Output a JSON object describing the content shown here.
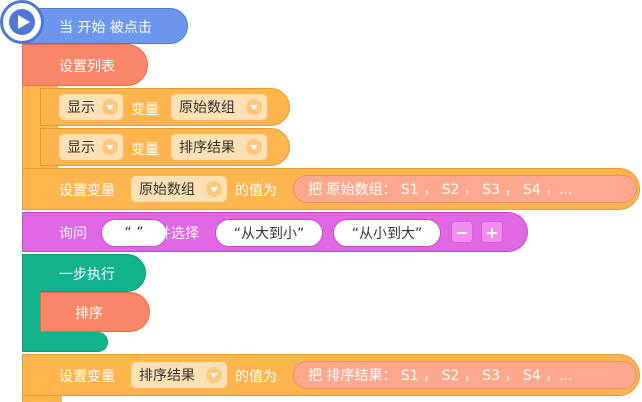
{
  "colors": {
    "event": "#6d96ef",
    "list": "#f98767",
    "variable": "#ffb54d",
    "ask": "#e066e3",
    "control": "#13b48d",
    "operator": "#fea88e"
  },
  "event_block": {
    "icon": "play-icon",
    "label": "当 开始 被点击"
  },
  "set_list": {
    "label": "设置列表"
  },
  "show_var_1": {
    "action": "显示",
    "keyword": "变量",
    "variable": "原始数组"
  },
  "show_var_2": {
    "action": "显示",
    "keyword": "变量",
    "variable": "排序结果"
  },
  "set_var_1": {
    "prefix": "设置变量",
    "variable": "原始数组",
    "suffix": "的值为",
    "value": "把 原始数组： S1 ， S2 ， S3 ， S4 ，..."
  },
  "ask_block": {
    "label": "询问",
    "question": "“ ”",
    "choose_label": "并选择",
    "option_1": "“从大到小”",
    "option_2": "“从小到大”",
    "minus": "−",
    "plus": "+"
  },
  "step_block": {
    "label": "一步执行"
  },
  "sort_block": {
    "label": "排序"
  },
  "set_var_2": {
    "prefix": "设置变量",
    "variable": "排序结果",
    "suffix": "的值为",
    "value": "把 排序结果： S1 ， S2 ， S3 ， S4 ，..."
  }
}
